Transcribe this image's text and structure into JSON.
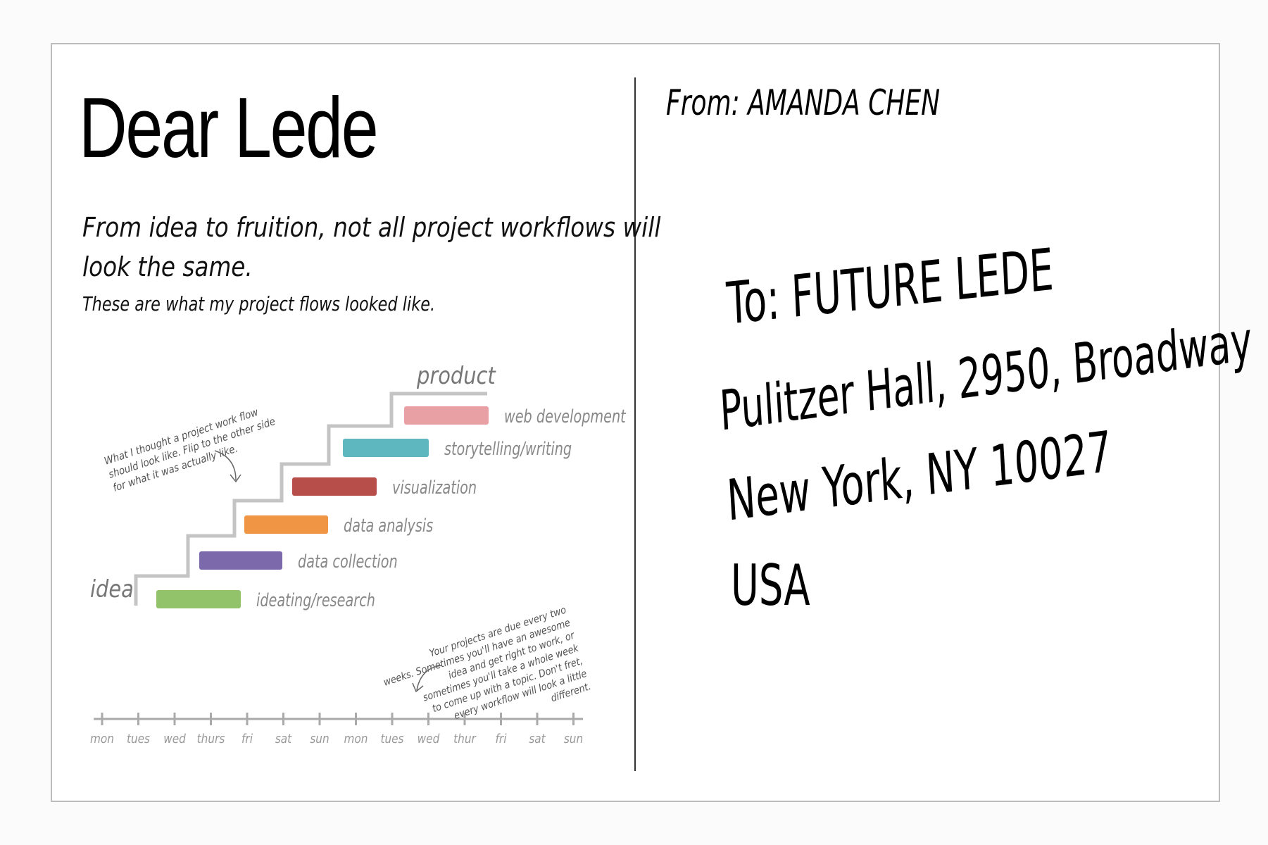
{
  "letter": {
    "title": "Dear Lede",
    "intro_line1": "From idea to fruition, not all project workflows will",
    "intro_line2": "look the same.",
    "subtitle": "These are what my project flows looked like."
  },
  "address": {
    "from": "From:  AMANDA CHEN",
    "to": "To: FUTURE LEDE",
    "street": "Pulitzer Hall, 2950, Broadway",
    "city": "New York, NY 10027",
    "country": "USA"
  },
  "chart_data": {
    "type": "gantt",
    "start_label": "idea",
    "end_label": "product",
    "days": [
      "mon",
      "tues",
      "wed",
      "thurs",
      "fri",
      "sat",
      "sun",
      "mon",
      "tues",
      "wed",
      "thur",
      "fri",
      "sat",
      "sun"
    ],
    "tasks": [
      {
        "name": "ideating/research",
        "color": "#8cc063"
      },
      {
        "name": "data collection",
        "color": "#7561a8"
      },
      {
        "name": "data analysis",
        "color": "#ef8f3a"
      },
      {
        "name": "visualization",
        "color": "#b4443f"
      },
      {
        "name": "storytelling/writing",
        "color": "#55b3bc"
      },
      {
        "name": "web development",
        "color": "#e89ba0"
      }
    ],
    "annotations": [
      {
        "lines": [
          "What I thought a project work flow",
          "should look like. Flip to the other side",
          "for what it was actually like."
        ]
      },
      {
        "lines": [
          "Your projects are due every two",
          "weeks. Sometimes you'll have an awesome",
          "idea and get right to work, or",
          "sometimes you'll take a whole week",
          "to come up with a topic. Don't fret,",
          "every workflow will look a little",
          "different."
        ]
      }
    ]
  }
}
